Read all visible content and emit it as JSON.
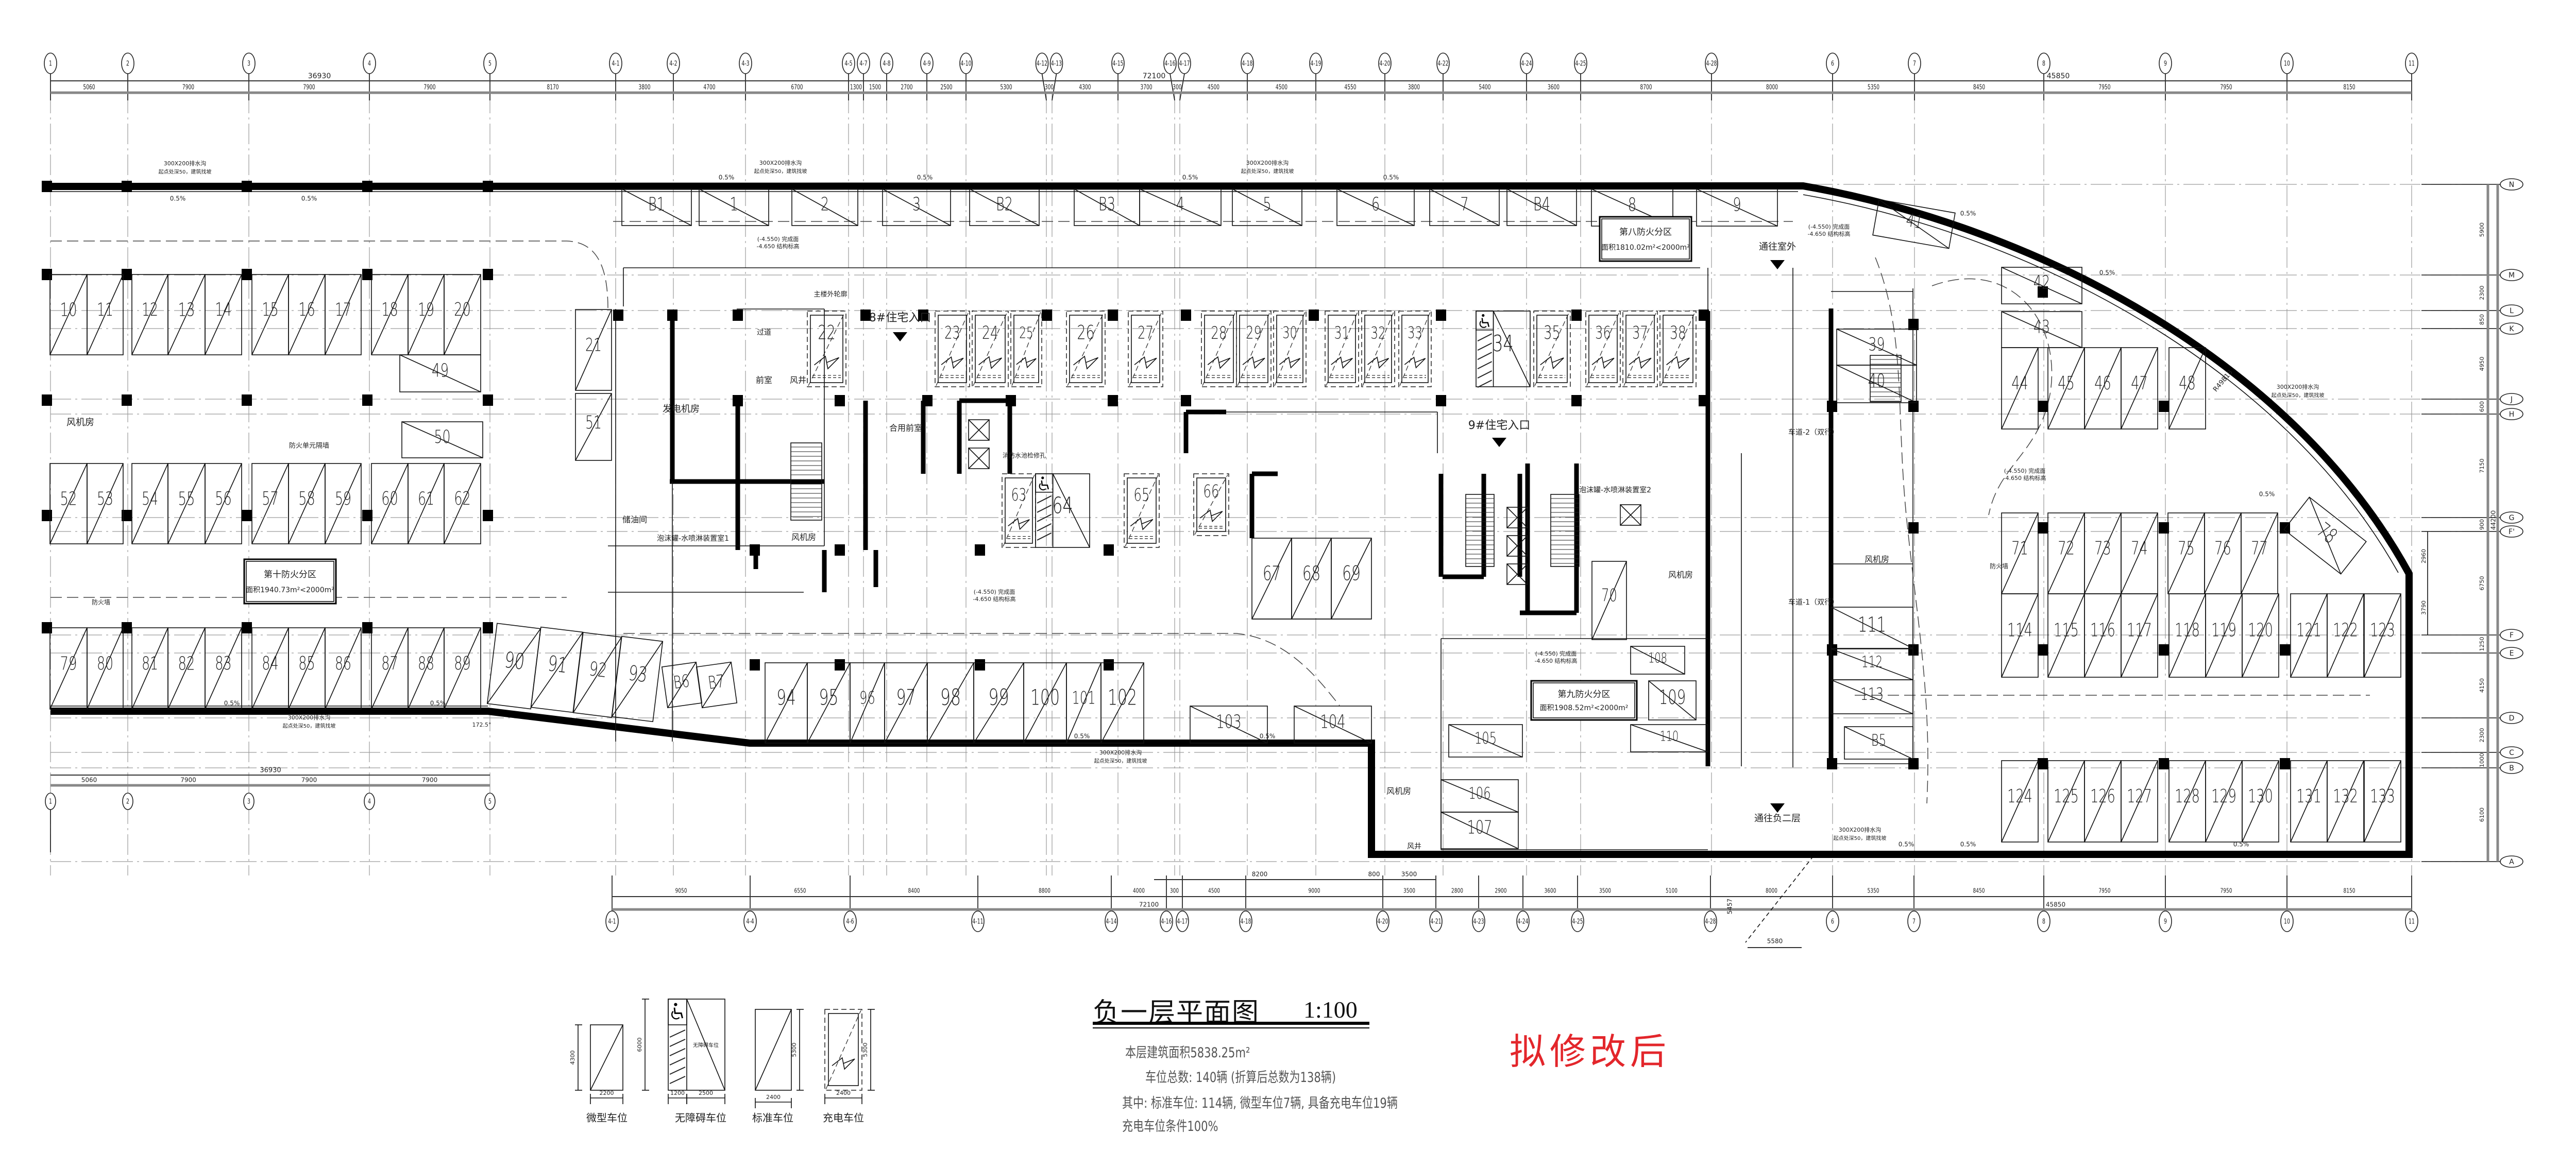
{
  "title": {
    "name": "负一层平面图",
    "scale": "1:100"
  },
  "stats": {
    "line1": "本层建筑面积5838.25m²",
    "line2": "车位总数: 140辆 (折算后总数为138辆)",
    "line3": "其中: 标准车位: 114辆, 微型车位7辆, 具备充电车位19辆",
    "line4": "充电车位条件100%"
  },
  "stamp": "拟修改后",
  "colors": {
    "stamp": "#e3262b",
    "wall": "#000000",
    "line": "#111111",
    "grid": "#9a9a9a"
  },
  "legend": [
    {
      "label": "微型车位",
      "dims": [
        "4300",
        "2200"
      ]
    },
    {
      "label": "无障碍车位",
      "dims": [
        "6000",
        "1200",
        "2500"
      ],
      "inner": "无障碍车位"
    },
    {
      "label": "标准车位",
      "dims": [
        "5300",
        "2400"
      ]
    },
    {
      "label": "充电车位",
      "dims": [
        "5300",
        "2400"
      ]
    }
  ],
  "axes": {
    "top": [
      "1",
      "2",
      "3",
      "4",
      "5",
      "4-1",
      "4-2",
      "4-3",
      "4-5",
      "4-7",
      "4-8",
      "4-9",
      "4-10",
      "4-12",
      "4-13",
      "4-15",
      "4-16",
      "4-17",
      "4-18",
      "4-19",
      "4-20",
      "4-22",
      "4-24",
      "4-25",
      "4-28",
      "6",
      "7",
      "8",
      "9",
      "10",
      "11"
    ],
    "top_dims": [
      "5060",
      "7900",
      "7900",
      "7900",
      "8170",
      "3800",
      "4700",
      "6700",
      "1300",
      "1500",
      "2700",
      "2500",
      "5300",
      "300",
      "4300",
      "3700",
      "300",
      "4500",
      "4500",
      "4550",
      "3800",
      "5400",
      "3600",
      "8700",
      "8000",
      "5350",
      "8450",
      "7950",
      "7950",
      "8150"
    ],
    "top_totals": [
      "36930",
      "72100",
      "45850"
    ],
    "bottom_left": [
      "1",
      "2",
      "3",
      "4",
      "5"
    ],
    "bottom_left_dims": [
      "5060",
      "7900",
      "7900",
      "7900",
      "8170"
    ],
    "bottom_left_total": "36930",
    "bottom": [
      "4-1",
      "4-4",
      "4-6",
      "4-11",
      "4-14",
      "4-16",
      "4-17",
      "4-18",
      "4-20",
      "4-21",
      "4-23",
      "4-24",
      "4-25",
      "4-28",
      "6",
      "7",
      "8",
      "9",
      "10",
      "11"
    ],
    "bottom_dims": [
      "9050",
      "6550",
      "8400",
      "8800",
      "4000",
      "300",
      "4500",
      "9000",
      "3500",
      "2800",
      "2900",
      "3600",
      "3500",
      "5100",
      "8000",
      "5350",
      "8450",
      "7950",
      "7950",
      "8150"
    ],
    "bottom_upper_dims": [
      "8200",
      "800",
      "3500"
    ],
    "bottom_totals": [
      "72100",
      "45850"
    ],
    "bottom_extra": [
      "5457",
      "5580"
    ],
    "rows": [
      "N",
      "M",
      "L",
      "K",
      "J",
      "H",
      "G",
      "F'",
      "F",
      "E",
      "D",
      "C",
      "B",
      "A"
    ],
    "row_dims": [
      "5900",
      "2300",
      "850",
      "4950",
      "600",
      "7150",
      "900",
      "6750",
      "1250",
      "4150",
      "2300",
      "1000",
      "6100"
    ],
    "row_sub_dims": [
      "2960",
      "3790"
    ],
    "row_total": "44200"
  },
  "fire_zones": [
    {
      "name": "第十防火分区",
      "area": "面积1940.73m²<2000m²"
    },
    {
      "name": "第八防火分区",
      "area": "面积1810.02m²<2000m²"
    },
    {
      "name": "第九防火分区",
      "area": "面积1908.52m²<2000m²"
    }
  ],
  "parking": [
    {
      "id": "B1",
      "type": "micro"
    },
    {
      "id": "1",
      "type": "standard"
    },
    {
      "id": "2",
      "type": "standard"
    },
    {
      "id": "3",
      "type": "standard"
    },
    {
      "id": "B2",
      "type": "micro"
    },
    {
      "id": "B3",
      "type": "micro"
    },
    {
      "id": "4",
      "type": "standard"
    },
    {
      "id": "5",
      "type": "standard"
    },
    {
      "id": "6",
      "type": "standard"
    },
    {
      "id": "7",
      "type": "standard"
    },
    {
      "id": "B4",
      "type": "micro"
    },
    {
      "id": "8",
      "type": "standard"
    },
    {
      "id": "9",
      "type": "standard"
    },
    {
      "id": "10",
      "type": "standard"
    },
    {
      "id": "11",
      "type": "standard"
    },
    {
      "id": "12",
      "type": "standard"
    },
    {
      "id": "13",
      "type": "standard"
    },
    {
      "id": "14",
      "type": "standard"
    },
    {
      "id": "15",
      "type": "standard"
    },
    {
      "id": "16",
      "type": "standard"
    },
    {
      "id": "17",
      "type": "standard"
    },
    {
      "id": "18",
      "type": "standard"
    },
    {
      "id": "19",
      "type": "standard"
    },
    {
      "id": "20",
      "type": "standard"
    },
    {
      "id": "21",
      "type": "standard"
    },
    {
      "id": "22",
      "type": "charging"
    },
    {
      "id": "23",
      "type": "charging"
    },
    {
      "id": "24",
      "type": "charging"
    },
    {
      "id": "25",
      "type": "charging"
    },
    {
      "id": "26",
      "type": "charging"
    },
    {
      "id": "27",
      "type": "charging"
    },
    {
      "id": "28",
      "type": "charging"
    },
    {
      "id": "29",
      "type": "charging"
    },
    {
      "id": "30",
      "type": "charging"
    },
    {
      "id": "31",
      "type": "charging"
    },
    {
      "id": "32",
      "type": "charging"
    },
    {
      "id": "33",
      "type": "charging"
    },
    {
      "id": "34",
      "type": "accessible"
    },
    {
      "id": "35",
      "type": "charging"
    },
    {
      "id": "36",
      "type": "charging"
    },
    {
      "id": "37",
      "type": "charging"
    },
    {
      "id": "38",
      "type": "charging"
    },
    {
      "id": "39",
      "type": "standard"
    },
    {
      "id": "40",
      "type": "standard"
    },
    {
      "id": "41",
      "type": "standard"
    },
    {
      "id": "42",
      "type": "standard"
    },
    {
      "id": "43",
      "type": "standard"
    },
    {
      "id": "44",
      "type": "standard"
    },
    {
      "id": "45",
      "type": "standard"
    },
    {
      "id": "46",
      "type": "standard"
    },
    {
      "id": "47",
      "type": "standard"
    },
    {
      "id": "48",
      "type": "standard"
    },
    {
      "id": "49",
      "type": "standard"
    },
    {
      "id": "50",
      "type": "standard"
    },
    {
      "id": "51",
      "type": "standard"
    },
    {
      "id": "52",
      "type": "standard"
    },
    {
      "id": "53",
      "type": "standard"
    },
    {
      "id": "54",
      "type": "standard"
    },
    {
      "id": "55",
      "type": "standard"
    },
    {
      "id": "56",
      "type": "standard"
    },
    {
      "id": "57",
      "type": "standard"
    },
    {
      "id": "58",
      "type": "standard"
    },
    {
      "id": "59",
      "type": "standard"
    },
    {
      "id": "60",
      "type": "standard"
    },
    {
      "id": "61",
      "type": "standard"
    },
    {
      "id": "62",
      "type": "standard"
    },
    {
      "id": "63",
      "type": "charging"
    },
    {
      "id": "64",
      "type": "accessible"
    },
    {
      "id": "65",
      "type": "charging"
    },
    {
      "id": "66",
      "type": "charging"
    },
    {
      "id": "67",
      "type": "standard"
    },
    {
      "id": "68",
      "type": "standard"
    },
    {
      "id": "69",
      "type": "standard"
    },
    {
      "id": "70",
      "type": "standard"
    },
    {
      "id": "71",
      "type": "standard"
    },
    {
      "id": "72",
      "type": "standard"
    },
    {
      "id": "73",
      "type": "standard"
    },
    {
      "id": "74",
      "type": "standard"
    },
    {
      "id": "75",
      "type": "standard"
    },
    {
      "id": "76",
      "type": "standard"
    },
    {
      "id": "77",
      "type": "standard"
    },
    {
      "id": "78",
      "type": "standard"
    },
    {
      "id": "79",
      "type": "standard"
    },
    {
      "id": "80",
      "type": "standard"
    },
    {
      "id": "81",
      "type": "standard"
    },
    {
      "id": "82",
      "type": "standard"
    },
    {
      "id": "83",
      "type": "standard"
    },
    {
      "id": "84",
      "type": "standard"
    },
    {
      "id": "85",
      "type": "standard"
    },
    {
      "id": "86",
      "type": "standard"
    },
    {
      "id": "87",
      "type": "standard"
    },
    {
      "id": "88",
      "type": "standard"
    },
    {
      "id": "89",
      "type": "standard"
    },
    {
      "id": "90",
      "type": "standard"
    },
    {
      "id": "91",
      "type": "standard"
    },
    {
      "id": "92",
      "type": "standard"
    },
    {
      "id": "93",
      "type": "standard"
    },
    {
      "id": "B6",
      "type": "micro"
    },
    {
      "id": "B7",
      "type": "micro"
    },
    {
      "id": "94",
      "type": "standard"
    },
    {
      "id": "95",
      "type": "standard"
    },
    {
      "id": "96",
      "type": "standard"
    },
    {
      "id": "97",
      "type": "standard"
    },
    {
      "id": "98",
      "type": "standard"
    },
    {
      "id": "99",
      "type": "standard"
    },
    {
      "id": "100",
      "type": "standard"
    },
    {
      "id": "101",
      "type": "standard"
    },
    {
      "id": "102",
      "type": "standard"
    },
    {
      "id": "103",
      "type": "standard"
    },
    {
      "id": "104",
      "type": "standard"
    },
    {
      "id": "105",
      "type": "standard"
    },
    {
      "id": "106",
      "type": "standard"
    },
    {
      "id": "107",
      "type": "standard"
    },
    {
      "id": "108",
      "type": "standard"
    },
    {
      "id": "109",
      "type": "standard"
    },
    {
      "id": "110",
      "type": "standard"
    },
    {
      "id": "111",
      "type": "standard"
    },
    {
      "id": "112",
      "type": "standard"
    },
    {
      "id": "113",
      "type": "standard"
    },
    {
      "id": "B5",
      "type": "micro"
    },
    {
      "id": "114",
      "type": "standard"
    },
    {
      "id": "115",
      "type": "standard"
    },
    {
      "id": "116",
      "type": "standard"
    },
    {
      "id": "117",
      "type": "standard"
    },
    {
      "id": "118",
      "type": "standard"
    },
    {
      "id": "119",
      "type": "standard"
    },
    {
      "id": "120",
      "type": "standard"
    },
    {
      "id": "121",
      "type": "standard"
    },
    {
      "id": "122",
      "type": "standard"
    },
    {
      "id": "123",
      "type": "standard"
    },
    {
      "id": "124",
      "type": "standard"
    },
    {
      "id": "125",
      "type": "standard"
    },
    {
      "id": "126",
      "type": "standard"
    },
    {
      "id": "127",
      "type": "standard"
    },
    {
      "id": "128",
      "type": "standard"
    },
    {
      "id": "129",
      "type": "standard"
    },
    {
      "id": "130",
      "type": "standard"
    },
    {
      "id": "131",
      "type": "standard"
    },
    {
      "id": "132",
      "type": "standard"
    },
    {
      "id": "133",
      "type": "standard"
    }
  ],
  "rooms": [
    "风机房",
    "发电机房",
    "储油间",
    "前室",
    "风井",
    "8#住宅入口",
    "合用前室",
    "风机房",
    "泡沫罐-水喷淋装置室1",
    "9#住宅入口",
    "通往室外",
    "通往负二层",
    "风机房",
    "车道-2（双行）",
    "车道-1（双行）",
    "消防水池检修孔",
    "泡沫罐-水喷淋装置室2",
    "过道",
    "风机房",
    "风井",
    "风机房",
    "防火单元隔墙",
    "主楼外轮廓",
    "R49818",
    "防火墙",
    "防火墙"
  ],
  "notes": {
    "drain": "300X200排水沟",
    "drain_sub": "起点处深50，建筑找坡",
    "slope": "0.5%",
    "elev_finish": "(-4.550) 完成面",
    "elev_struct": "-4.650 结构标高",
    "ramp_angle": "172.5°"
  }
}
